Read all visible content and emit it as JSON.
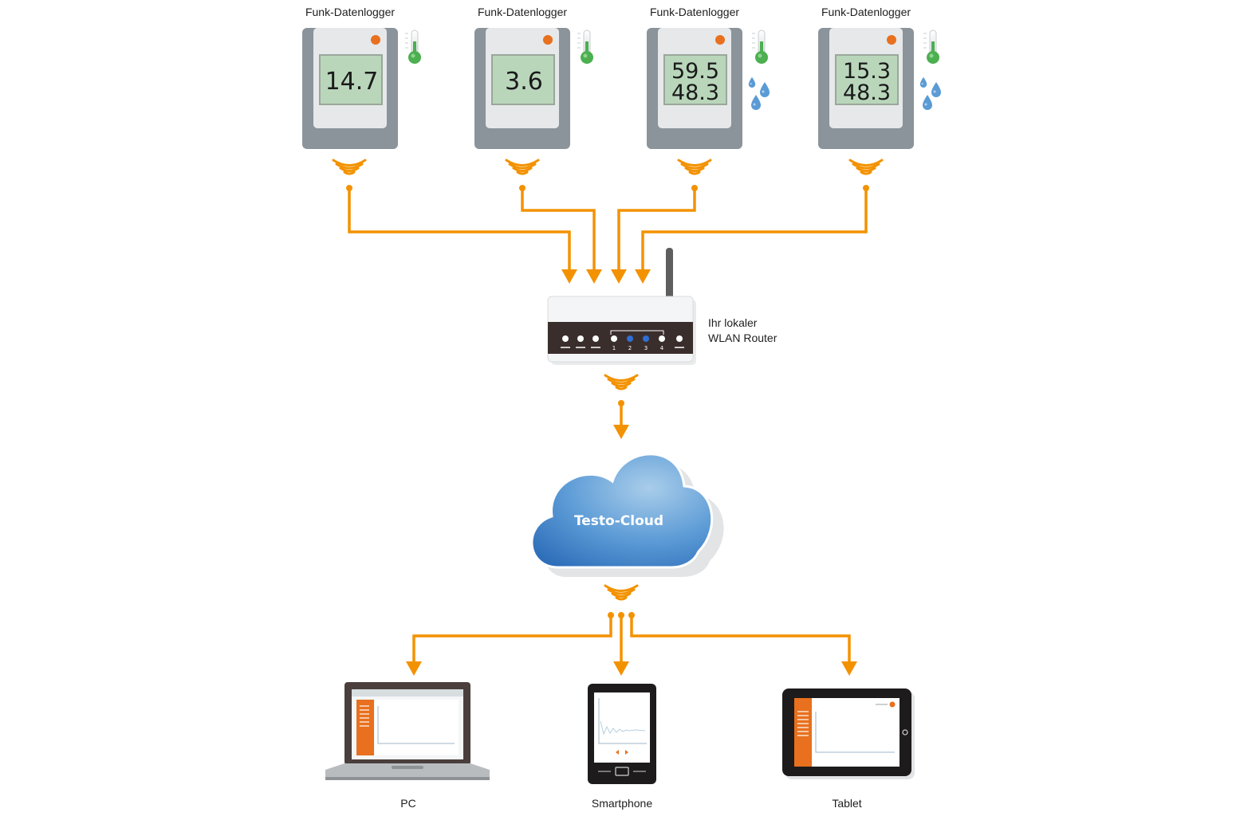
{
  "loggers": [
    {
      "title": "Funk-Datenlogger",
      "reading1": "14.7",
      "reading2": "",
      "sensors": [
        "thermometer-icon"
      ]
    },
    {
      "title": "Funk-Datenlogger",
      "reading1": "3.6",
      "reading2": "",
      "sensors": [
        "thermometer-icon"
      ]
    },
    {
      "title": "Funk-Datenlogger",
      "reading1": "59.5",
      "reading2": "48.3",
      "sensors": [
        "thermometer-icon",
        "water-drops-icon"
      ]
    },
    {
      "title": "Funk-Datenlogger",
      "reading1": "15.3",
      "reading2": "48.3",
      "sensors": [
        "thermometer-icon",
        "water-drops-icon"
      ]
    }
  ],
  "router": {
    "label_line1": "Ihr lokaler",
    "label_line2": "WLAN Router",
    "port_numbers": [
      "1",
      "2",
      "3",
      "4"
    ]
  },
  "cloud": {
    "label": "Testo-Cloud"
  },
  "devices": [
    {
      "label": "PC"
    },
    {
      "label": "Smartphone"
    },
    {
      "label": "Tablet"
    }
  ],
  "colors": {
    "connector": "#f39200",
    "logger_body": "#8a949a",
    "logger_screen": "#b9d6bb",
    "cloud": "#4a8fd0",
    "testo_orange": "#e8701e"
  }
}
